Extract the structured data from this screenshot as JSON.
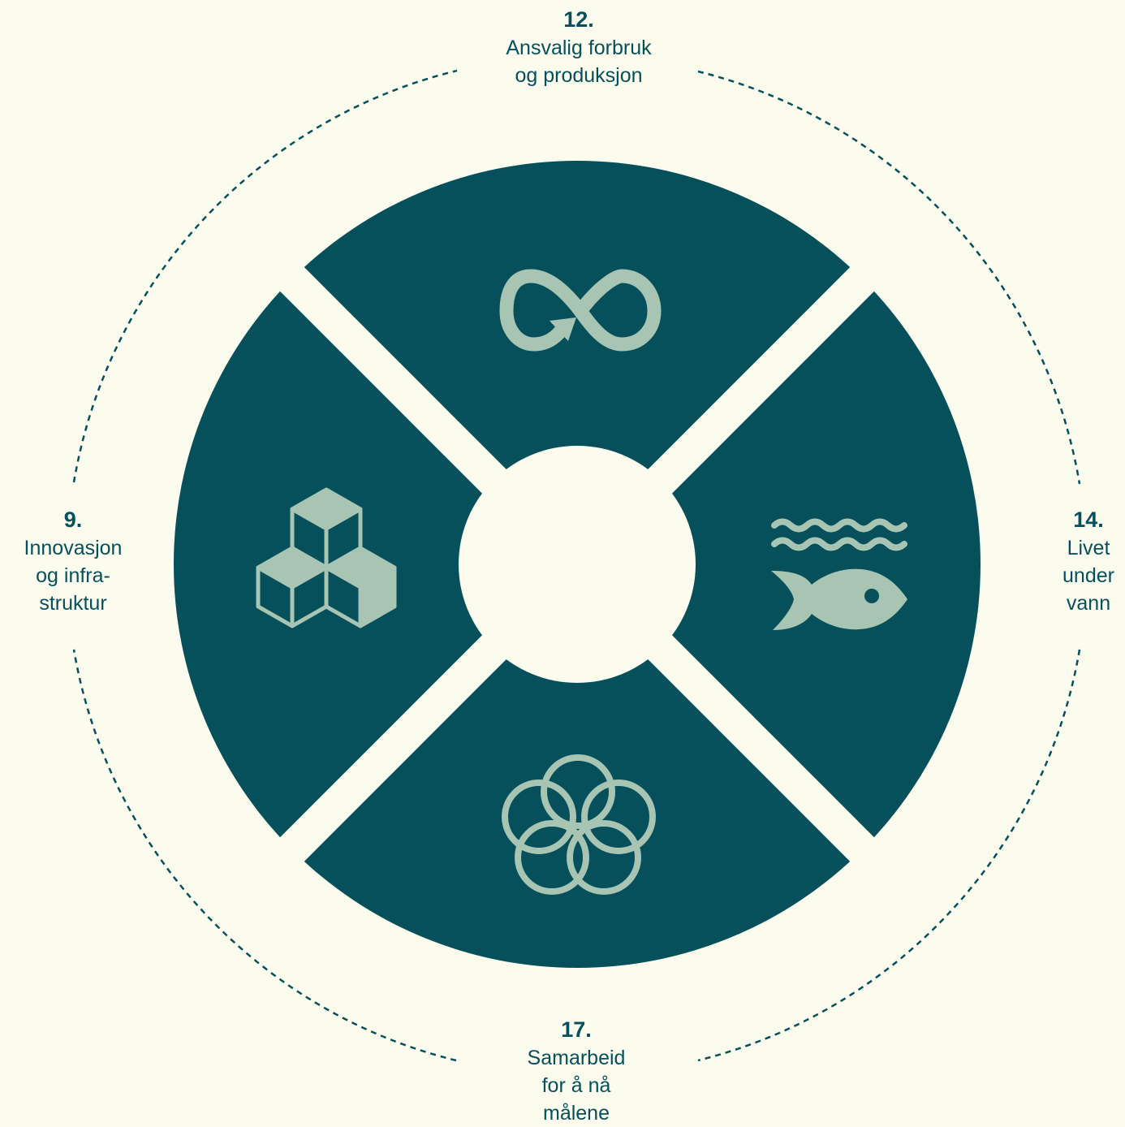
{
  "colors": {
    "background": "#fbfcee",
    "segment": "#06505b",
    "icon": "#a8c5b4",
    "text": "#06505b",
    "center": "#fbfcee"
  },
  "goals": {
    "g12": {
      "number": "12.",
      "title": "Ansvalig forbruk\nog produksjon",
      "icon": "infinity-recycle-icon"
    },
    "g14": {
      "number": "14.",
      "title": "Livet\nunder\nvann",
      "icon": "fish-waves-icon"
    },
    "g17": {
      "number": "17.",
      "title": "Samarbeid\nfor å nå\nmålene",
      "icon": "interlocking-circles-icon"
    },
    "g9": {
      "number": "9.",
      "title": "Innovasjon\nog infra-\nstruktur",
      "icon": "stacked-cubes-icon"
    }
  }
}
